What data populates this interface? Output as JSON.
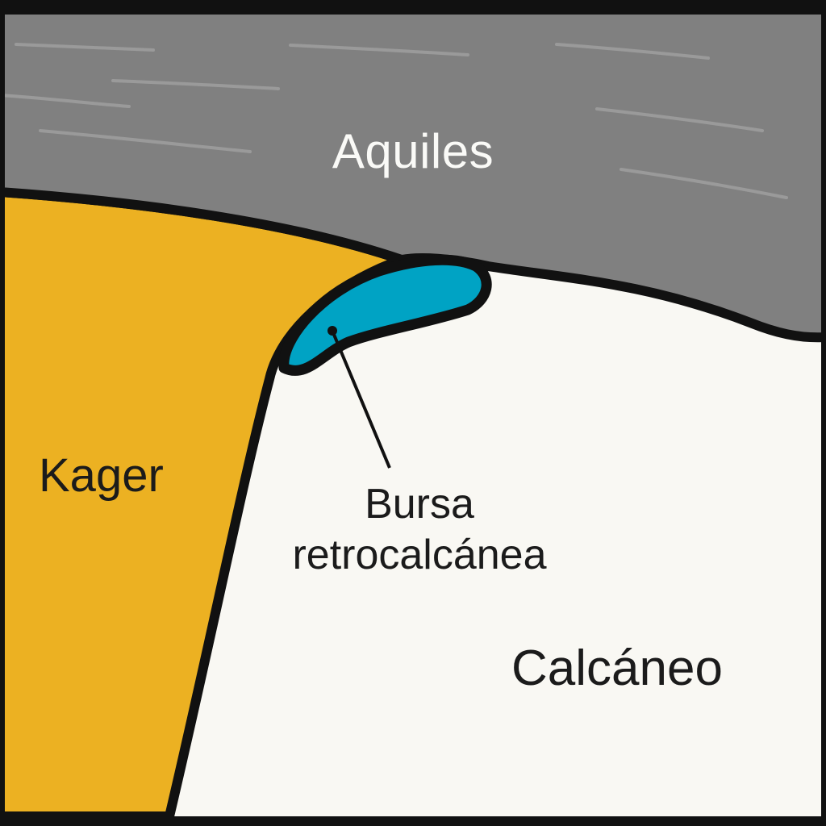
{
  "labels": {
    "aquiles": "Aquiles",
    "kager": "Kager",
    "bursa_line1": "Bursa",
    "bursa_line2": "retrocalcánea",
    "calcaneo": "Calcáneo"
  },
  "colors": {
    "aquiles": "#808080",
    "kager": "#ecb122",
    "calcaneo": "#f9f8f3",
    "bursa": "#00a3c4",
    "outline": "#111111",
    "fiber": "#9a9a9a"
  }
}
